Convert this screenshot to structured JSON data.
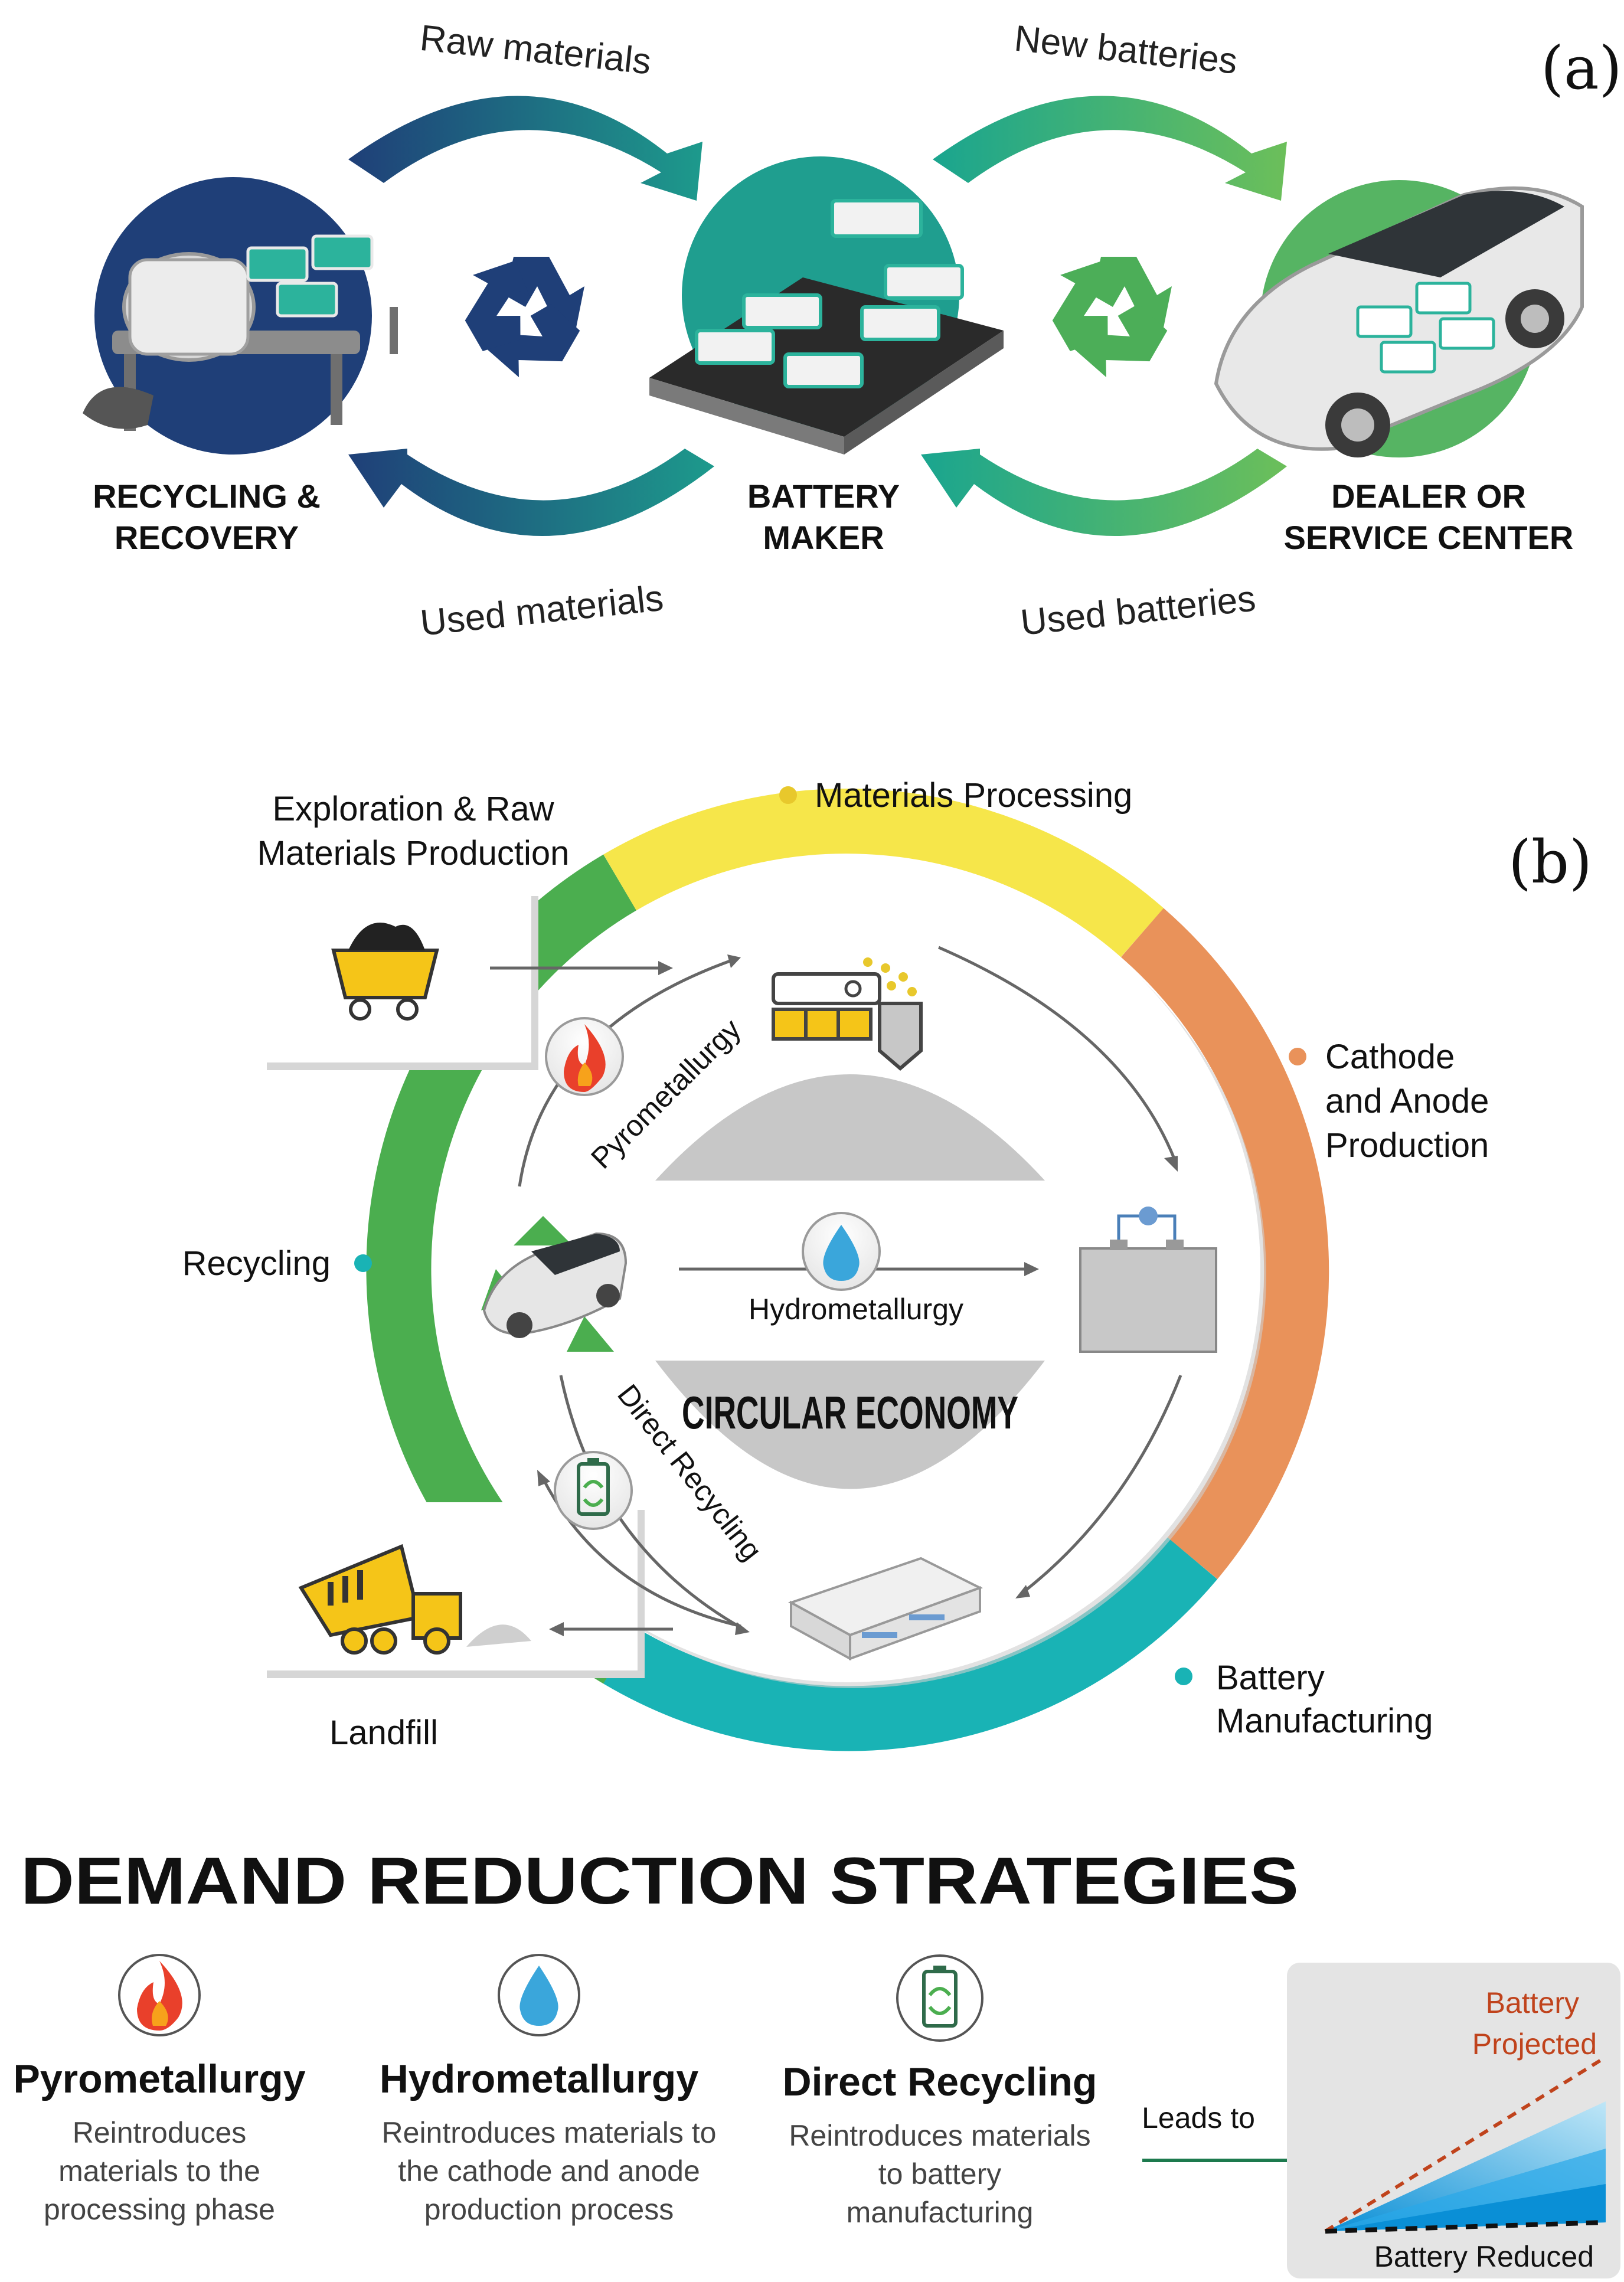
{
  "panel_a": {
    "panel_label": "(a)",
    "nodes": {
      "recycling": [
        "RECYCLING &",
        "RECOVERY"
      ],
      "maker": [
        "BATTERY",
        "MAKER"
      ],
      "dealer": [
        "DEALER OR",
        "SERVICE CENTER"
      ]
    },
    "arrows": {
      "raw_materials": "Raw materials",
      "new_batteries": "New batteries",
      "used_materials": "Used materials",
      "used_batteries": "Used batteries"
    },
    "colors": {
      "navy": "#1f3f78",
      "teal": "#1f9e8f",
      "green": "#5cb85c",
      "light_green": "#4cae58"
    }
  },
  "panel_b": {
    "panel_label": "(b)",
    "stages": {
      "exploration": [
        "Exploration & Raw",
        "Materials Production"
      ],
      "materials_processing": "Materials Processing",
      "cathode_anode": [
        "Cathode",
        "and Anode",
        "Production"
      ],
      "recycling": "Recycling",
      "battery_manufacturing": [
        "Battery",
        "Manufacturing"
      ],
      "landfill": "Landfill"
    },
    "center_title": "CIRCULAR ECONOMY",
    "pathways": {
      "pyro": "Pyrometallurgy",
      "hydro": "Hydrometallurgy",
      "direct": "Direct Recycling"
    },
    "ring_colors": {
      "yellow": "#f6e64a",
      "orange": "#e9925a",
      "teal": "#19b3b5",
      "green": "#4bae4f"
    },
    "dot_colors": {
      "materials_processing": "#e8c82c",
      "cathode_anode": "#e9925a",
      "recycling": "#19b3b5",
      "battery_manufacturing": "#19b3b5"
    }
  },
  "strategies": {
    "title": "DEMAND REDUCTION STRATEGIES",
    "items": [
      {
        "name": "Pyrometallurgy",
        "desc": [
          "Reintroduces",
          "materials to the",
          "processing phase"
        ],
        "icon": "flame-icon"
      },
      {
        "name": "Hydrometallurgy",
        "desc": [
          "Reintroduces materials to",
          "the cathode and anode",
          "production process"
        ],
        "icon": "water-drop-icon"
      },
      {
        "name": "Direct Recycling",
        "desc": [
          "Reintroduces materials",
          "to battery",
          "manufacturing"
        ],
        "icon": "battery-recycle-icon"
      }
    ],
    "leads_to": "Leads to",
    "chart": {
      "projected": [
        "Battery",
        "Projected"
      ],
      "reduced": "Battery Reduced"
    },
    "colors": {
      "projected": "#c0431c",
      "arrow": "#1d7a4e",
      "blue_dark": "#0a8fd6",
      "blue_light": "#bfe6f7"
    }
  }
}
